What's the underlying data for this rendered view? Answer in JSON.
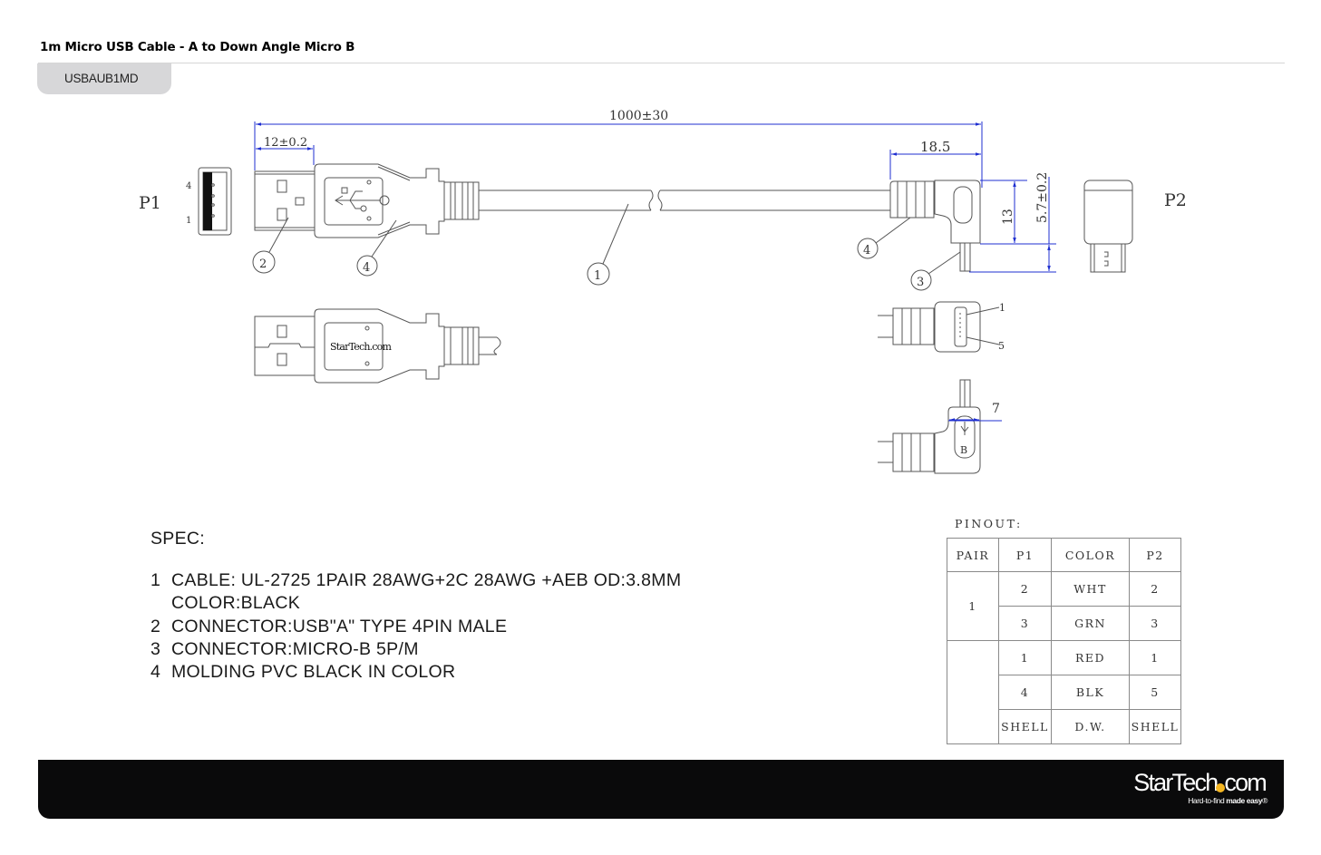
{
  "header": {
    "title": "1m Micro USB Cable - A to Down Angle Micro B",
    "sku": "USBAUB1MD"
  },
  "drawing": {
    "labels": {
      "p1": "P1",
      "p2": "P2",
      "p1_pin_top": "4",
      "p1_pin_bottom": "1",
      "microb_pin_top": "1",
      "microb_pin_bottom": "5",
      "usb_a_logo": "StarTech.com",
      "microb_letter": "B"
    },
    "dimensions": {
      "overall_length": "1000±30",
      "plug_length": "12±0.2",
      "angle_head_length": "18.5",
      "head_height": "13",
      "plug_depth": "5.7±0.2",
      "head_width": "7"
    },
    "callouts": [
      "1",
      "2",
      "3",
      "4",
      "4"
    ]
  },
  "spec": {
    "heading": "SPEC:",
    "items": [
      {
        "num": "1",
        "text": "CABLE: UL-2725 1PAIR 28AWG+2C 28AWG +AEB OD:3.8MM"
      },
      {
        "num": "",
        "text": "COLOR:BLACK"
      },
      {
        "num": "2",
        "text": "CONNECTOR:USB\"A\" TYPE 4PIN MALE"
      },
      {
        "num": "3",
        "text": "CONNECTOR:MICRO-B 5P/M"
      },
      {
        "num": "4",
        "text": "MOLDING PVC BLACK IN COLOR"
      }
    ]
  },
  "pinout": {
    "label": "PINOUT:",
    "columns": [
      "PAIR",
      "P1",
      "COLOR",
      "P2"
    ],
    "rows": [
      {
        "pair": "1",
        "p1": "2",
        "color": "WHT",
        "p2": "2"
      },
      {
        "pair": "",
        "p1": "3",
        "color": "GRN",
        "p2": "3"
      },
      {
        "pair": "",
        "p1": "1",
        "color": "RED",
        "p2": "1"
      },
      {
        "pair": "",
        "p1": "4",
        "color": "BLK",
        "p2": "5"
      },
      {
        "pair": "",
        "p1": "SHELL",
        "color": "D.W.",
        "p2": "SHELL"
      }
    ]
  },
  "footer": {
    "brand_left": "StarTech",
    "brand_right": "com",
    "tagline_light": "Hard-to-find ",
    "tagline_bold": "made easy",
    "tagline_mark": "®"
  },
  "colors": {
    "dimension_blue": "#1f2fd0",
    "footer_bg": "#0a0a0b",
    "logo_dot": "#f5b622",
    "sku_tab_bg": "#d7d7d9"
  }
}
